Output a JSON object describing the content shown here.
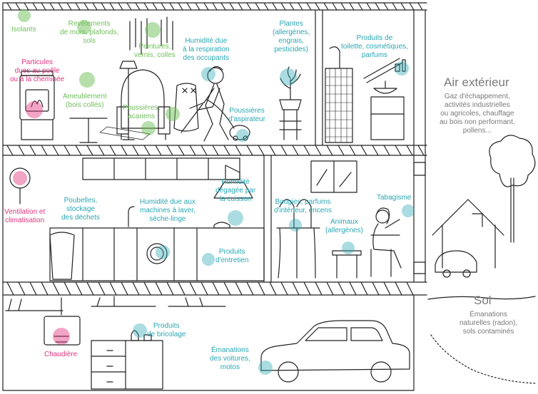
{
  "colors": {
    "green": "#6fbf5a",
    "teal": "#2aa7b3",
    "pink": "#e0357d",
    "gray": "#7a7a7a",
    "ink": "#222222"
  },
  "labels": {
    "isolants": "Isolants",
    "revetements": [
      "Revêtements",
      "de murs, plafonds,",
      "sols"
    ],
    "peintures": [
      "Peintures,",
      "vernis, colles"
    ],
    "humidite_respiration": [
      "Humidité due",
      "à la respiration",
      "des occupants"
    ],
    "plantes": [
      "Plantes",
      "(allergènes,",
      "engrais,",
      "pesticides)"
    ],
    "produits_toilette": [
      "Produits de",
      "toilette, cosmétiques,",
      "parfums"
    ],
    "particules": [
      "Particules",
      "dues au poêle",
      "ou à la cheminée"
    ],
    "ameublement": [
      "Ameublement",
      "(bois collés)"
    ],
    "poussieres_acariens": [
      "Poussières,",
      "acariens"
    ],
    "poussieres_aspirateur": [
      "Poussières",
      "d'aspirateur"
    ],
    "ventilation": [
      "Ventilation et",
      "climatisation"
    ],
    "poubelles": [
      "Poubelles,",
      "stockage",
      "des déchets"
    ],
    "humidite_machines": [
      "Humidité due aux",
      "machines à laver,",
      "sèche-linge"
    ],
    "humidite_cuisson": [
      "Humidité",
      "dégagée par",
      "la cuisson"
    ],
    "produits_entretien": [
      "Produits",
      "d'entretien"
    ],
    "bougies": [
      "Bougies, parfums",
      "d'intérieur, encens"
    ],
    "animaux": [
      "Animaux",
      "(allergènes)"
    ],
    "tabagisme": "Tabagisme",
    "chaudiere": "Chaudière",
    "produits_bricolage": [
      "Produits",
      "de bricolage"
    ],
    "emanations_voitures": [
      "Émanations",
      "des voitures,",
      "motos"
    ]
  },
  "outside": {
    "air_title": "Air extérieur",
    "air_text": [
      "Gaz d'échappement,",
      "activités industrielles",
      "ou agricoles, chauffage",
      "au bois non performant,",
      "pollens..."
    ],
    "sol_title": "Sol",
    "sol_text": [
      "Émanations",
      "naturelles (radon),",
      "sols contaminés"
    ]
  }
}
